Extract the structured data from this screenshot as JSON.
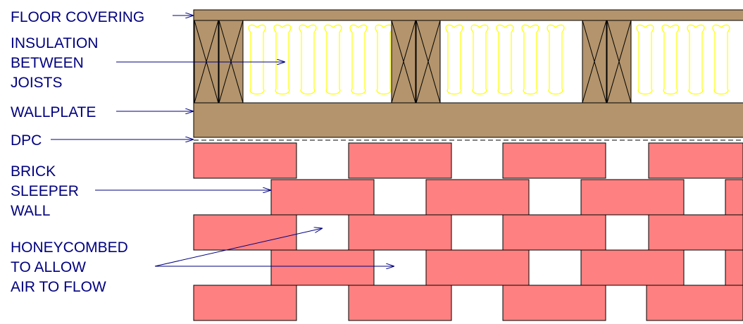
{
  "labels": {
    "floor_covering": "FLOOR COVERING",
    "insulation": [
      "INSULATION",
      "BETWEEN",
      "JOISTS"
    ],
    "wallplate": "WALLPLATE",
    "dpc": "DPC",
    "brick_sleeper_wall": [
      "BRICK",
      "SLEEPER",
      "WALL"
    ],
    "honeycombed": [
      "HONEYCOMBED",
      "TO ALLOW",
      "AIR TO FLOW"
    ]
  },
  "colors": {
    "timber": "#B3946C",
    "brick": "#FF8080",
    "insulation": "#FFFF00",
    "label_text": "#000080"
  }
}
